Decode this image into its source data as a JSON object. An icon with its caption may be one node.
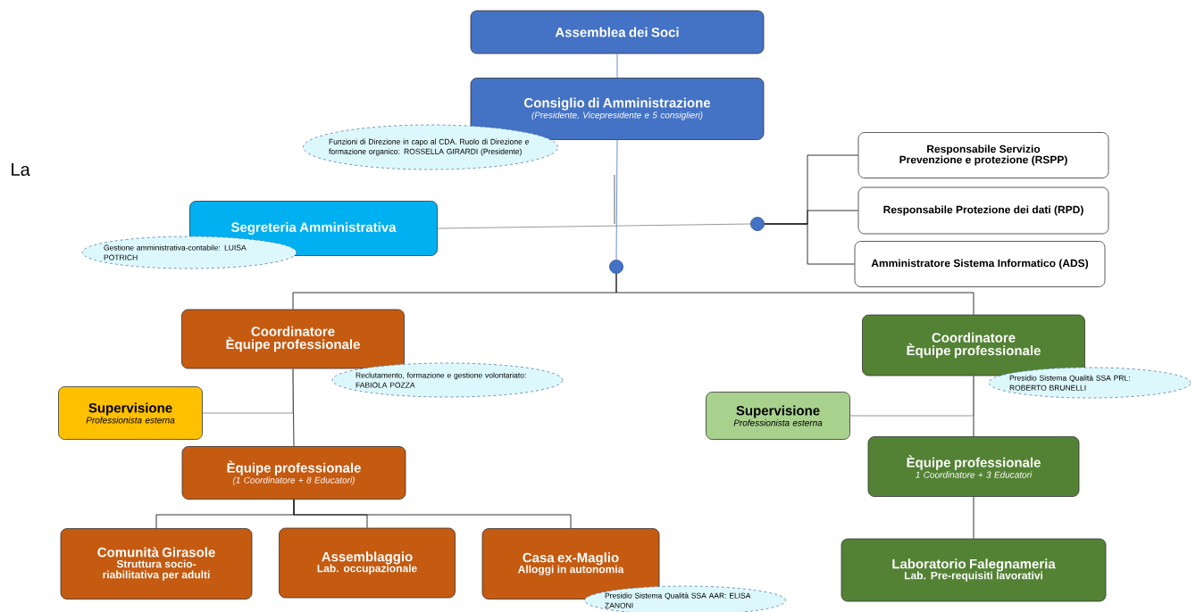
{
  "diagram": {
    "nodes": [
      {
        "text": [
          "Assemblea dei Soci"
        ]
      },
      {
        "text": [
          "Consiglio di Amministrazione",
          "(Presidente, Vicepresidente e 5 consiglieri)"
        ]
      },
      {
        "text": [
          "Funzioni di Direzione in capo al CDA. Ruolo di Direzione e formazione organico: ROSSELLA GIRARDI (Presidente)"
        ]
      },
      {
        "text": [
          "Segreteria Amministrativa"
        ]
      },
      {
        "text": [
          "Gestione amministrativa-contabile: LUISA POTRICH"
        ]
      },
      {
        "text": [],
        "shape": "circle"
      },
      {
        "text": [
          "Responsabile Servizio Prevenzione e protezione (RSPP)"
        ]
      },
      {
        "text": [
          "Responsabile Protezione dei dati (RPD)"
        ]
      },
      {
        "text": [
          "Amministratore Sistema Informatico (ADS)"
        ]
      },
      {
        "text": [],
        "shape": "circle"
      },
      {
        "text": [
          "Coordinatore",
          "Èquipe professionale"
        ]
      },
      {
        "text": [
          "Reclutamento, formazione e gestione volontariato: FABIOLA POZZA"
        ]
      },
      {
        "text": [
          "Supervisione",
          "Professionista esterna"
        ]
      },
      {
        "text": [
          "Èquipe professionale",
          "(1 Coordinatore + 8 Educatori)"
        ]
      },
      {
        "text": [
          "Comunità Girasole",
          "Struttura socio-riabilitativa per adulti"
        ]
      },
      {
        "text": [
          "Assemblaggio",
          "Lab. occupazionale"
        ]
      },
      {
        "text": [
          "Casa ex-Maglio",
          "Alloggi in autonomia"
        ]
      },
      {
        "text": [
          "Presidio Sistema Qualità SSA AAR: ELISA ZANONI"
        ]
      },
      {
        "text": [
          "Coordinatore",
          "Èquipe professionale"
        ]
      },
      {
        "text": [
          "Presidio Sistema Qualità SSA PRL: ROBERTO  BRUNELLI"
        ]
      },
      {
        "text": [
          "Supervisione",
          "Professionista esterna"
        ]
      },
      {
        "text": [
          "Èquipe professionale",
          "1 Coordinatore + 3 Educatori"
        ]
      },
      {
        "text": [
          "Laboratorio Falegnameria",
          "Lab. Pre-requisiti lavorativi"
        ]
      }
    ],
    "edges": [
      {
        "from": 0,
        "to": 1,
        "arrow": "none",
        "color": "#4472c4"
      },
      {
        "from": 1,
        "to": 9,
        "arrow": "none",
        "color": "#4472c4"
      },
      {
        "from": 3,
        "to": 5,
        "arrow": "none",
        "color": "#7f7f7f"
      },
      {
        "from": 5,
        "to": 6,
        "arrow": "none"
      },
      {
        "from": 5,
        "to": 7,
        "arrow": "none"
      },
      {
        "from": 5,
        "to": 8,
        "arrow": "none"
      },
      {
        "from": 9,
        "to": 10,
        "arrow": "none"
      },
      {
        "from": 9,
        "to": 18,
        "arrow": "none"
      },
      {
        "from": 10,
        "to": 13,
        "arrow": "none"
      },
      {
        "from": 12,
        "to": 10,
        "arrow": "none",
        "color": "#7f7f7f"
      },
      {
        "from": 13,
        "to": 14,
        "arrow": "none"
      },
      {
        "from": 13,
        "to": 15,
        "arrow": "none"
      },
      {
        "from": 13,
        "to": 16,
        "arrow": "none"
      },
      {
        "from": 18,
        "to": 21,
        "arrow": "none"
      },
      {
        "from": 20,
        "to": 18,
        "arrow": "none",
        "color": "#7f7f7f"
      },
      {
        "from": 21,
        "to": 22,
        "arrow": "none"
      }
    ],
    "labels": [
      "La"
    ]
  }
}
